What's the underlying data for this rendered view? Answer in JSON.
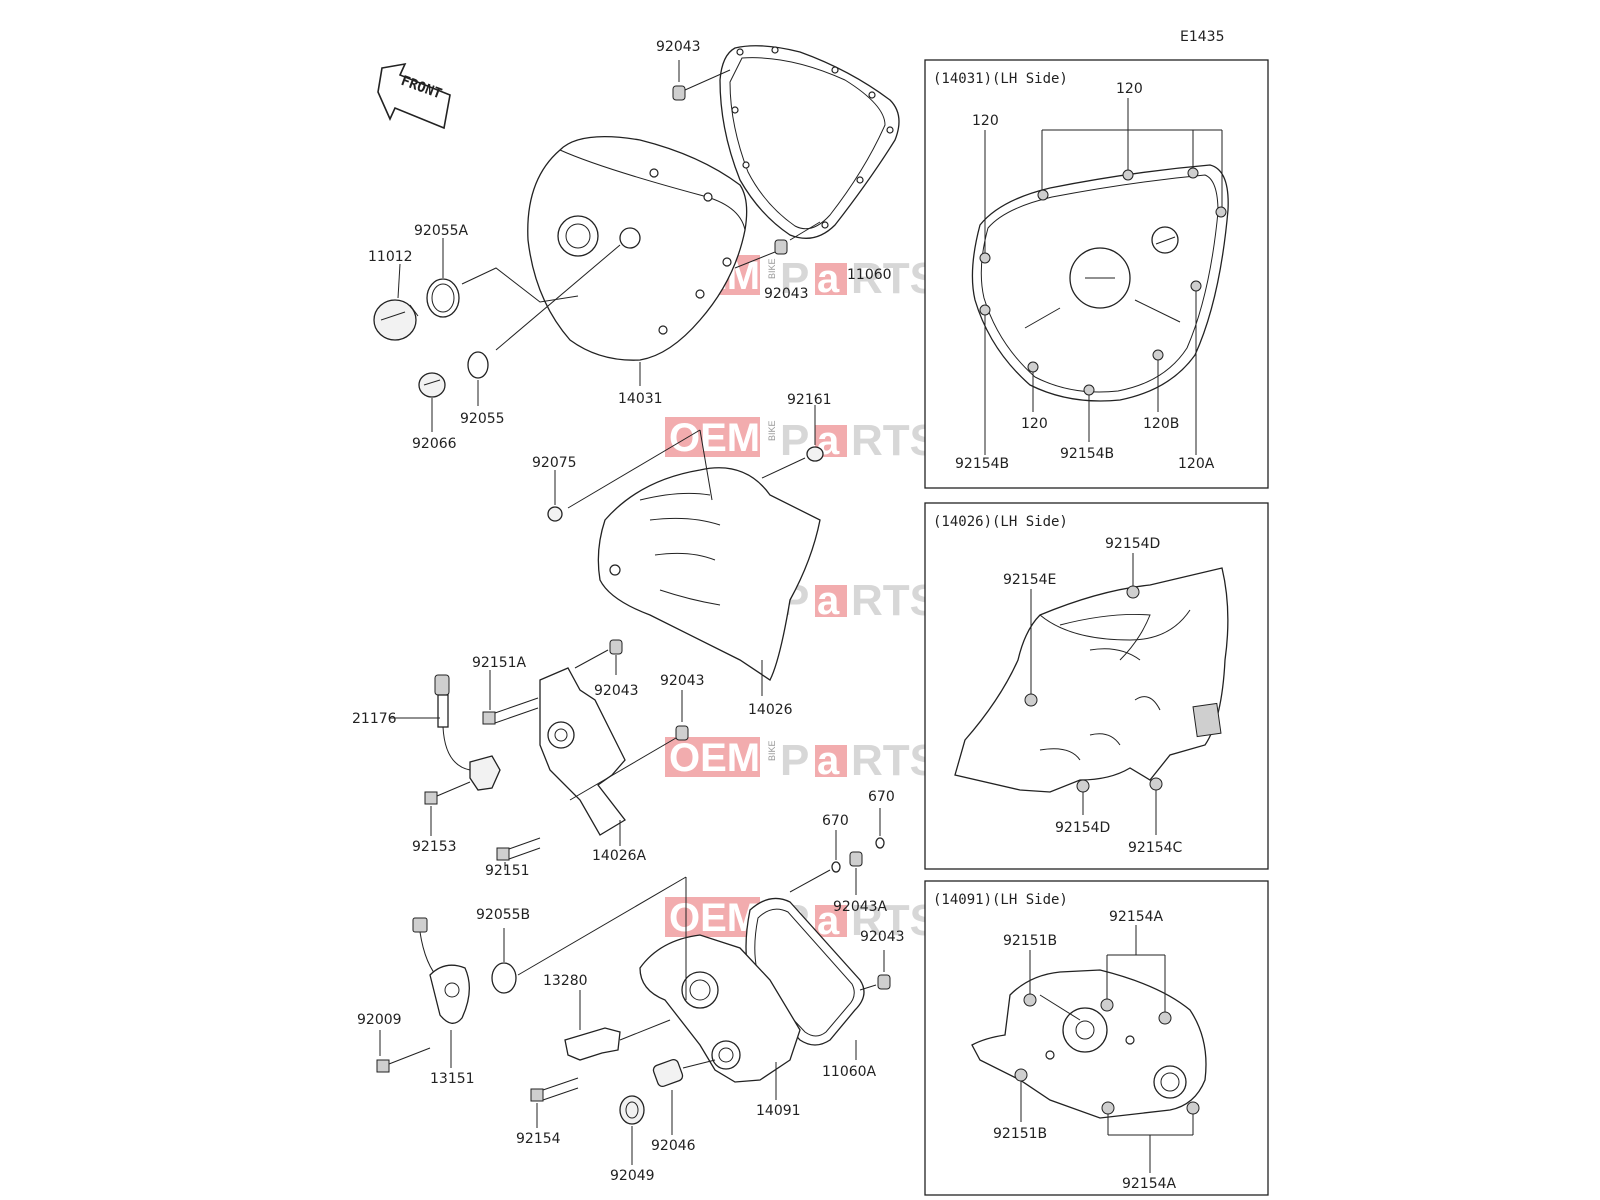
{
  "diagram_code": "E1435",
  "front_arrow_label": "FRONT",
  "watermark": {
    "oem": "OEM",
    "bike": "BIKE",
    "p": "P",
    "a": "a",
    "rts": "RTS"
  },
  "insets": {
    "lh_cover": {
      "title": "(14031)(LH Side)",
      "labels": [
        "120",
        "120",
        "120",
        "120B",
        "120A",
        "92154B",
        "92154B"
      ]
    },
    "sprocket_cover": {
      "title": "(14026)(LH Side)",
      "labels": [
        "92154D",
        "92154E",
        "92154D",
        "92154C"
      ]
    },
    "housing": {
      "title": "(14091)(LH Side)",
      "labels": [
        "92154A",
        "92151B",
        "92151B",
        "92154A"
      ]
    }
  },
  "parts": [
    "92043",
    "92055A",
    "11012",
    "11060",
    "92043",
    "14031",
    "92055",
    "92066",
    "92161",
    "92075",
    "14026",
    "92151A",
    "92043",
    "92043",
    "21176",
    "14026A",
    "92153",
    "92151",
    "670",
    "670",
    "92043A",
    "92055B",
    "92043",
    "92009",
    "13280",
    "13151",
    "11060A",
    "14091",
    "92154",
    "92046",
    "92049"
  ]
}
